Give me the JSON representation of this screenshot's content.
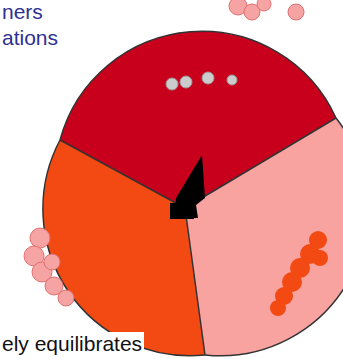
{
  "diagram": {
    "labels": [
      "ners",
      "ations",
      "ely equilibrates"
    ]
  }
}
